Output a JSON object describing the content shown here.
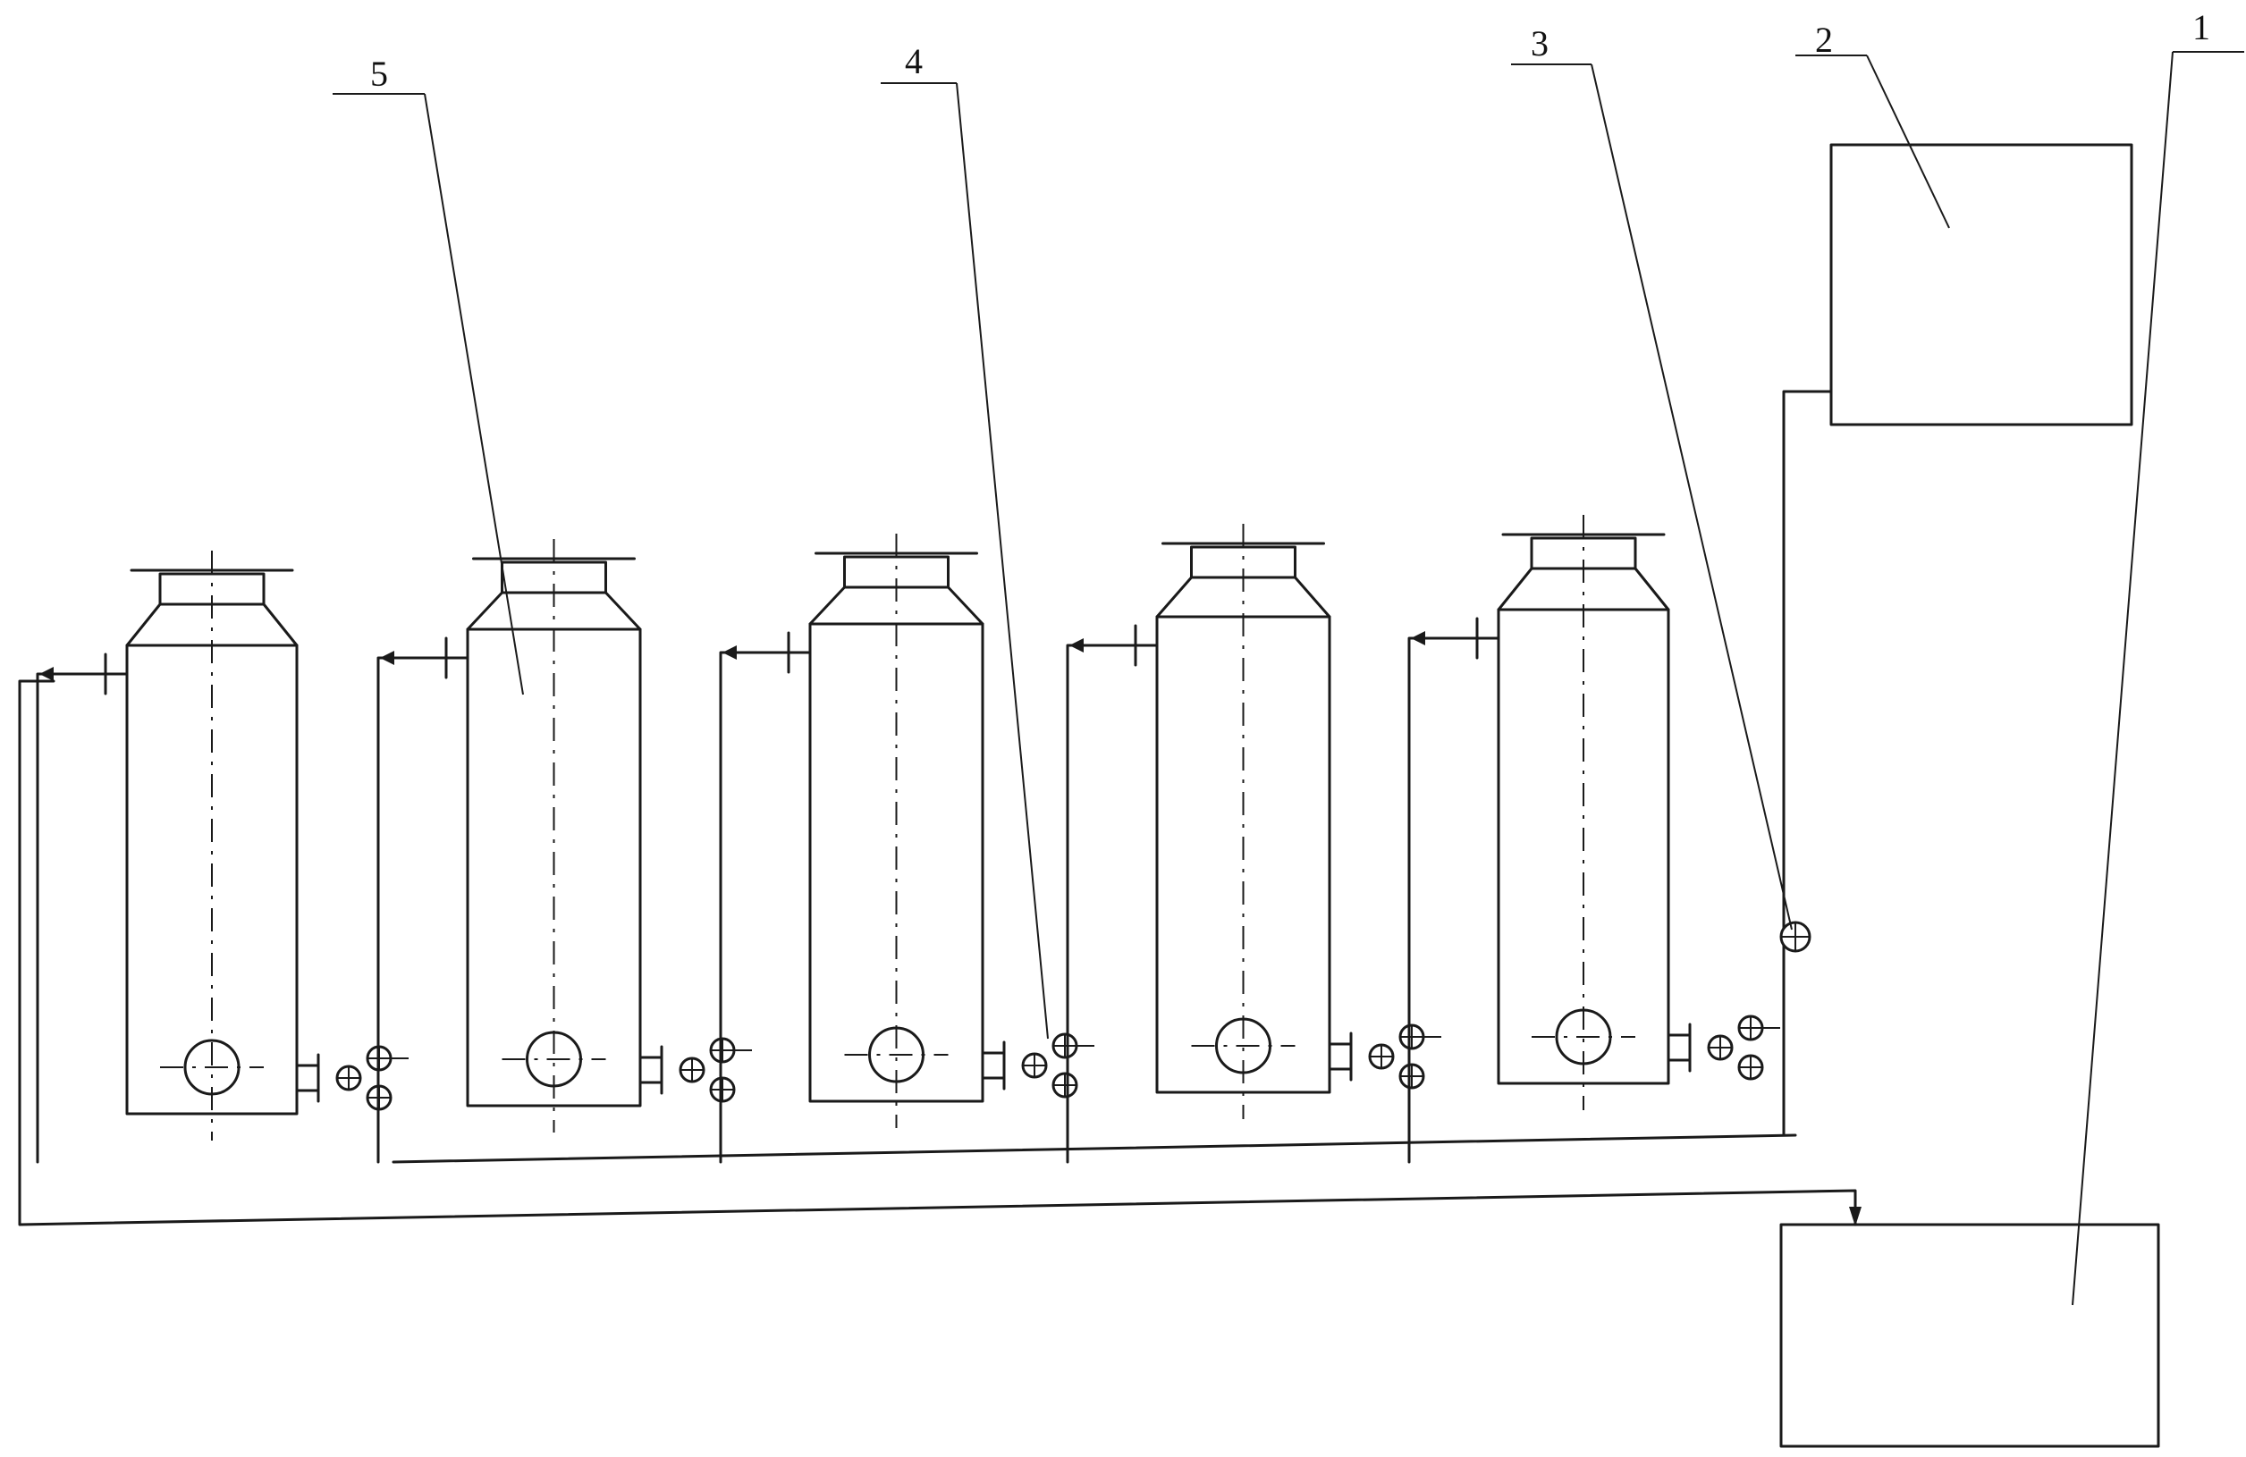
{
  "labels": [
    {
      "id": "label-1",
      "text": "1",
      "target": "tank-1"
    },
    {
      "id": "label-2",
      "text": "2",
      "target": "tank-2"
    },
    {
      "id": "label-3",
      "text": "3",
      "target": "valve-3"
    },
    {
      "id": "label-4",
      "text": "4",
      "target": "valve-4"
    },
    {
      "id": "label-5",
      "text": "5",
      "target": "vessel-5"
    }
  ],
  "vessel_count": 5,
  "colors": {
    "line": "#1a1a1a",
    "background": "#ffffff"
  }
}
